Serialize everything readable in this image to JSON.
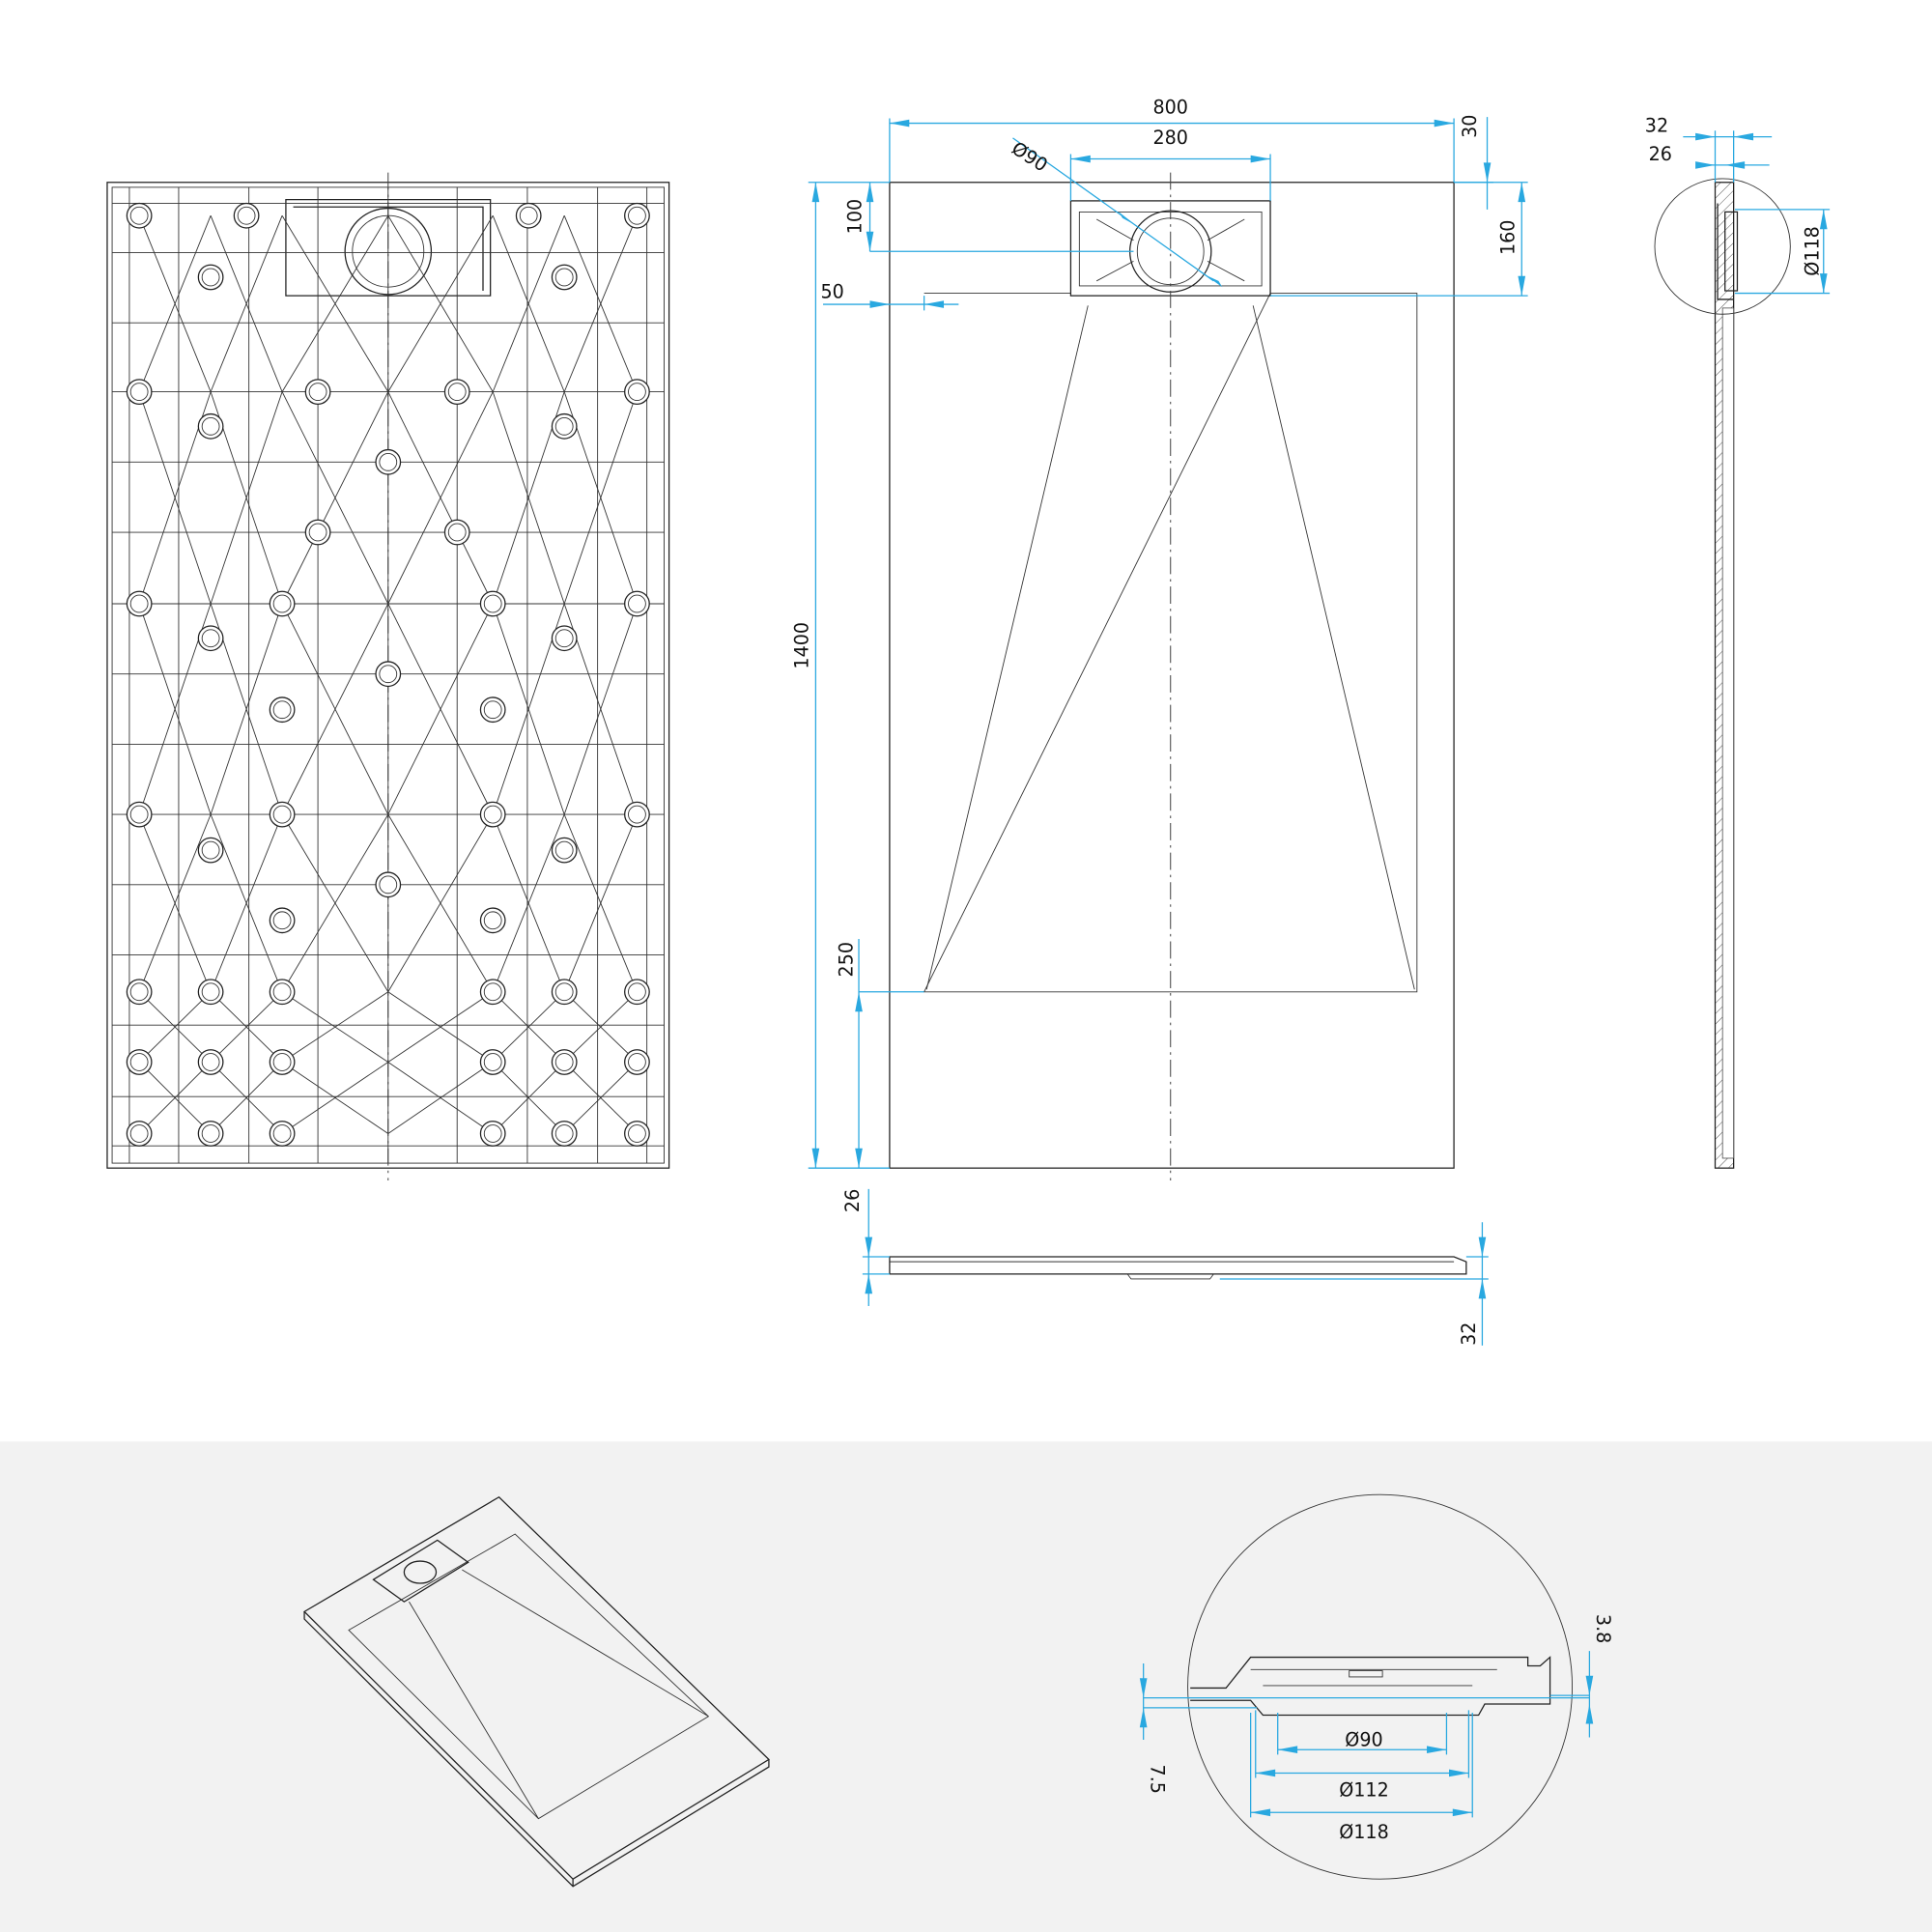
{
  "colors": {
    "dimension": "#29a8e0",
    "line": "#222222",
    "lower_band": "#f2f2f2"
  },
  "top_view": {
    "width": "800",
    "drain_width": "280",
    "drain_diameter": "Ø90",
    "edge_offset": "30",
    "drain_depth": "160",
    "drain_center": "100",
    "side_margin": "50",
    "length": "1400",
    "bottom_margin": "250"
  },
  "front_view": {
    "thickness_edge": "26",
    "thickness_total": "32"
  },
  "side_view": {
    "thickness_total": "32",
    "thickness_edge": "26",
    "drain_diameter": "Ø118"
  },
  "detail": {
    "d1": "Ø90",
    "d2": "Ø112",
    "d3": "Ø118",
    "h1": "3.8",
    "h2": "7.5"
  }
}
